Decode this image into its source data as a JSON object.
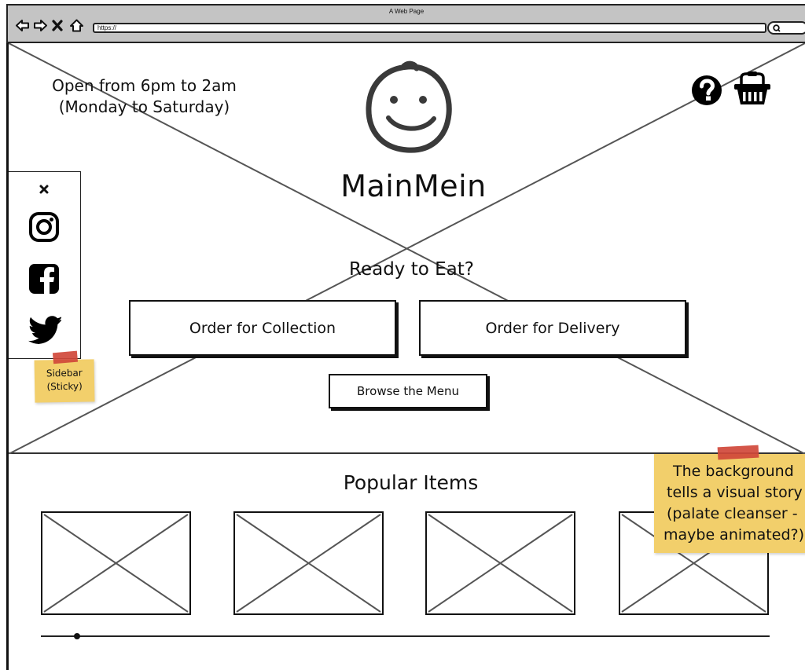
{
  "browser": {
    "title": "A Web Page",
    "url": "https://",
    "nav_icons": [
      "back-arrow-icon",
      "forward-arrow-icon",
      "stop-x-icon",
      "home-icon"
    ],
    "search_icon": "search-icon"
  },
  "header": {
    "hours_line1": "Open from 6pm to 2am",
    "hours_line2": "(Monday to Saturday)",
    "logo_icon": "smiley-face-icon",
    "brand_name": "MainMein",
    "help_icon": "question-circle-icon",
    "cart_icon": "shopping-basket-icon"
  },
  "hero": {
    "headline": "Ready to Eat?",
    "buttons": {
      "collection": "Order for Collection",
      "delivery": "Order for Delivery",
      "menu": "Browse the Menu"
    }
  },
  "sidebar": {
    "close_icon": "close-icon",
    "social": [
      "instagram-icon",
      "facebook-icon",
      "twitter-icon"
    ]
  },
  "notes": {
    "sidebar_note": [
      "Sidebar",
      "(Sticky)"
    ],
    "background_note": [
      "The background",
      "tells a visual story",
      "(palate cleanser -",
      "maybe animated?)"
    ]
  },
  "popular": {
    "title": "Popular Items",
    "items_count": 4,
    "carousel_position": 0.05
  },
  "colors": {
    "sticky_note": "#f2cf6b",
    "tape": "#d0483a",
    "chrome": "#c4c4c4"
  }
}
